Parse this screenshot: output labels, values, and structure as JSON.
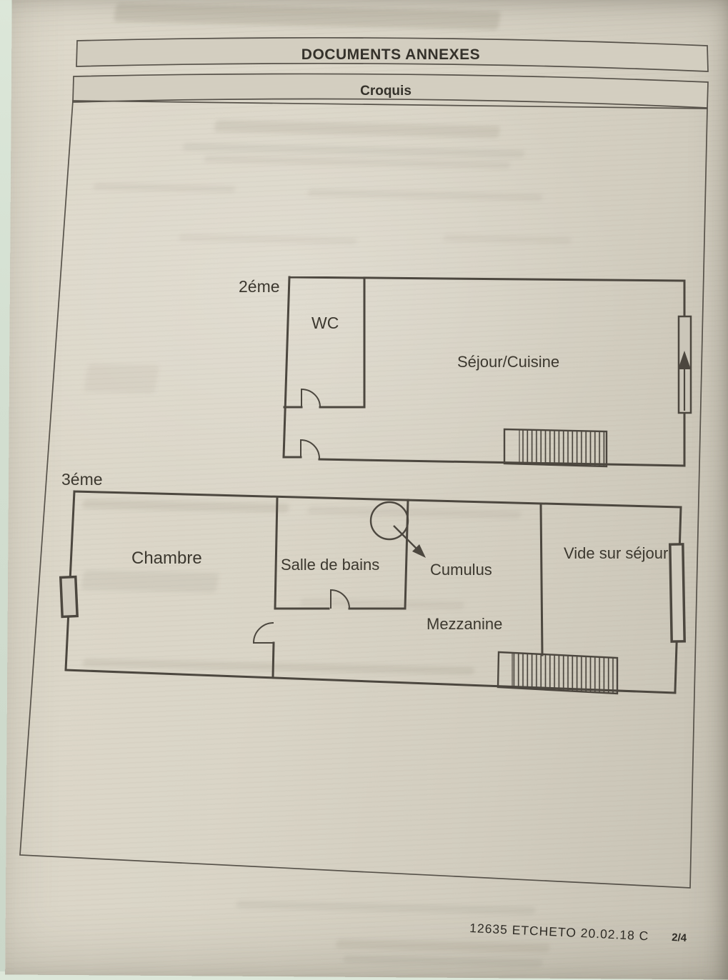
{
  "document": {
    "title_banner": "DOCUMENTS ANNEXES",
    "section_banner": "Croquis"
  },
  "plans": {
    "second_floor": {
      "label": "2éme",
      "rooms": {
        "wc": "WC",
        "sejour_cuisine": "Séjour/Cuisine"
      }
    },
    "third_floor": {
      "label": "3éme",
      "rooms": {
        "chambre": "Chambre",
        "salle_de_bains": "Salle de bains",
        "cumulus": "Cumulus",
        "mezzanine": "Mezzanine",
        "vide_sur_sejour": "Vide sur séjour"
      }
    }
  },
  "footer": {
    "reference": "12635 ETCHETO 20.02.18 C",
    "page_number": "2/4"
  },
  "colors": {
    "paper": "#d8d3c5",
    "ink": "#4c473f",
    "banner_fill": "#d3cec0",
    "background_edge_green": "#d8e3d5"
  }
}
